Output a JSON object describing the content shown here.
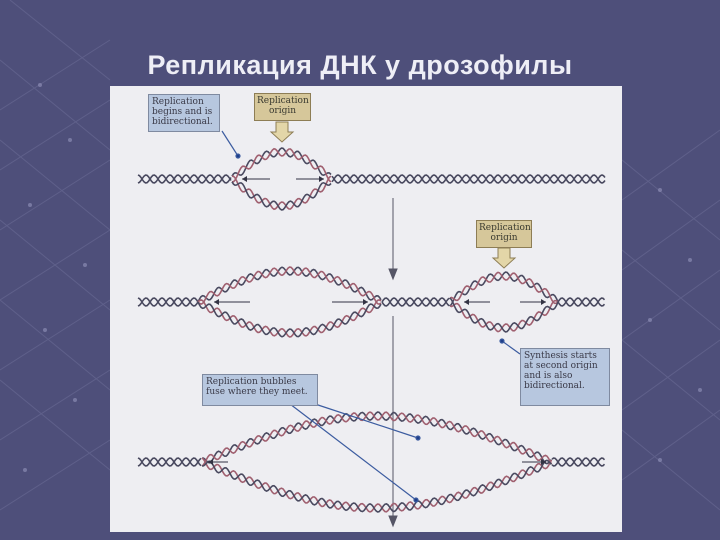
{
  "slide": {
    "title": "Репликация ДНК у дрозофилы"
  },
  "figure": {
    "callout_begins": "Replication begins and is bidirectional.",
    "origin_label_1": "Replication origin",
    "origin_label_2": "Replication origin",
    "callout_second_origin": "Synthesis starts at second origin and is also bidirectional.",
    "callout_fuse": "Replication bubbles fuse where they meet."
  },
  "colors": {
    "background": "#4e4f7a",
    "title_text": "#eeeef6",
    "figure_bg": "#eeeef2",
    "parent_strand": "#4a4a60",
    "new_strand": "#a06070",
    "callout_fill": "#b7c7df",
    "origin_fill": "#d6c79a",
    "pointer": "#3c5ca0"
  }
}
